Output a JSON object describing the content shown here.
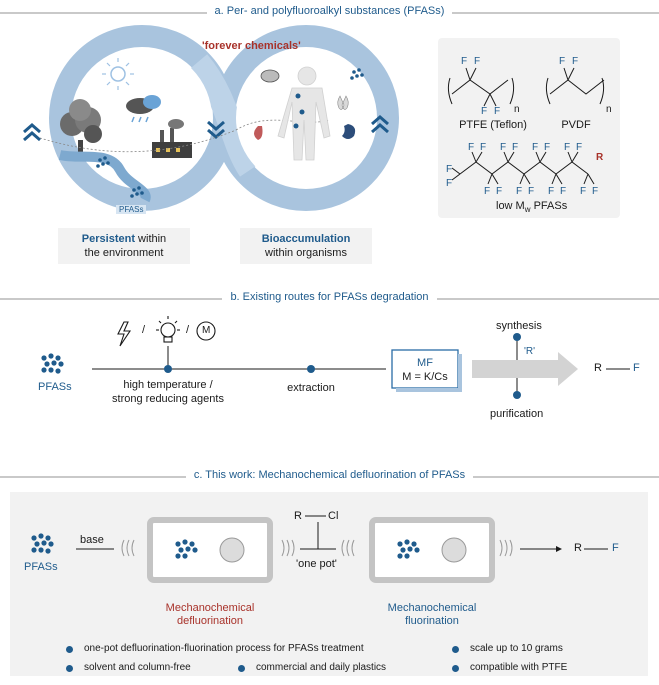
{
  "section_a": {
    "title": "a. Per- and polyfluoroalkyl substances (PFASs)",
    "forever": "'forever chemicals'",
    "pfas_tag": "PFASs",
    "persistent_bold": "Persistent",
    "persistent_rest": " within",
    "persistent_line2": "the environment",
    "bioacc_bold": "Bioaccumulation",
    "bioacc_line2": "within organisms",
    "ptfe_label": "PTFE (Teflon)",
    "pvdf_label": "PVDF",
    "lowmw_label_pre": "low M",
    "lowmw_sub": "w",
    "lowmw_label_post": " PFASs",
    "atom_F": "F",
    "atom_R": "R",
    "sub_n": "n"
  },
  "section_b": {
    "title": "b. Existing routes for PFASs degradation",
    "pfas_label": "PFASs",
    "slash": "/",
    "m_label": "M",
    "cond1": "high temperature /",
    "cond2": "strong reducing agents",
    "extraction": "extraction",
    "mf_line1": "MF",
    "mf_line2": "M = K/Cs",
    "synthesis": "synthesis",
    "r_reagent": "'R'",
    "purification": "purification",
    "product_R": "R",
    "product_F": "F"
  },
  "section_c": {
    "title": "c. This work: Mechanochemical defluorination of PFASs",
    "pfas_label": "PFASs",
    "base": "base",
    "rcl_R": "R",
    "rcl_Cl": "Cl",
    "one_pot": "'one pot'",
    "defluor_1": "Mechanochemical",
    "defluor_2": "defluorination",
    "fluor_1": "Mechanochemical",
    "fluor_2": "fluorination",
    "product_R": "R",
    "product_F": "F",
    "bullets": [
      "one-pot defluorination-fluorination process for PFASs treatment",
      "scale up to 10 grams",
      "solvent and column-free",
      "commercial and daily plastics",
      "compatible with PTFE"
    ]
  },
  "colors": {
    "accent": "#1f5b8c",
    "red": "#a8322a",
    "loop": "#a9c4de",
    "panel": "#f2f2f2"
  }
}
